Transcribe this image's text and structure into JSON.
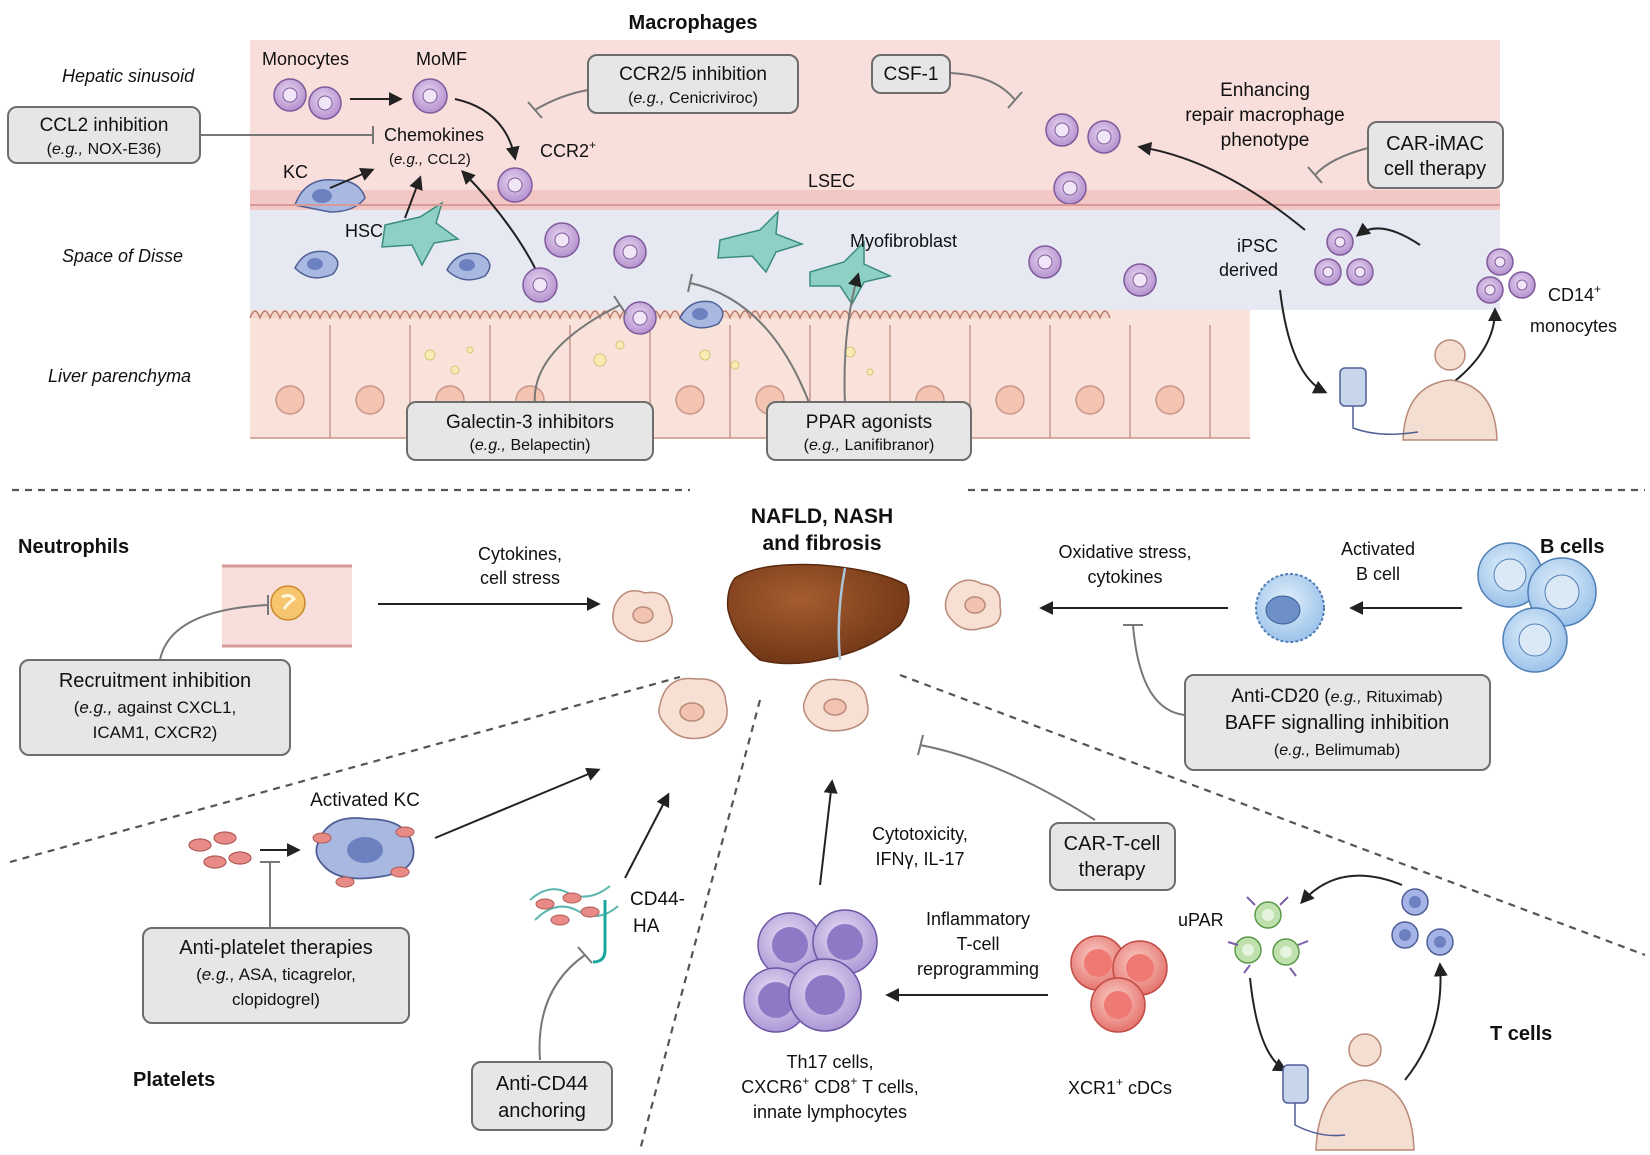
{
  "colors": {
    "sinusoid": "#f8dfdc",
    "disse": "#e6e9f2",
    "parenchyma": "#f8e2d9",
    "macrophage": "#c9a9dc",
    "kupffer": "#a9b8e0",
    "stellate": "#8fd0c6",
    "bcell": "#bcd8f1",
    "tcell_green": "#bfe1ae",
    "tcell_blue": "#a6b3e6",
    "cdc_red": "#f08e88",
    "th17": "#c4b4e2",
    "hepatocyte": "#f6d9cc",
    "liver": "#8a4a25",
    "platelet": "#e88a86",
    "box_fill": "#e6e6e6"
  },
  "center": {
    "title_line1": "NAFLD, NASH",
    "title_line2": "and fibrosis",
    "icon": "liver-icon"
  },
  "macrophages": {
    "title": "Macrophages",
    "zones": {
      "sinusoid": "Hepatic sinusoid",
      "disse": "Space of Disse",
      "parenchyma": "Liver parenchyma"
    },
    "labels": {
      "monocytes": "Monocytes",
      "momf": "MoMF",
      "chemokines": "Chemokines",
      "chemokines_eg_italic": "e.g.,",
      "chemokines_eg": "CCL2",
      "ccr2": "CCR2",
      "ccr2_sup": "+",
      "kc": "KC",
      "hsc": "HSC",
      "lsec": "LSEC",
      "myofibroblast": "Myofibroblast",
      "enhancing_1": "Enhancing",
      "enhancing_2": "repair macrophage",
      "enhancing_3": "phenotype",
      "ipsc_1": "iPSC",
      "ipsc_2": "derived",
      "cd14": "CD14",
      "cd14_sup": "+",
      "monocytes2": "monocytes"
    },
    "boxes": {
      "ccl2": {
        "line1": "CCL2 inhibition",
        "eg": "e.g.,",
        "example": "NOX-E36"
      },
      "ccr25": {
        "line1": "CCR2/5 inhibition",
        "eg": "e.g.,",
        "example": "Cenicriviroc"
      },
      "csf1": {
        "line1": "CSF-1"
      },
      "cariMAC": {
        "line1": "CAR-iMAC",
        "line2": "cell therapy"
      },
      "galectin": {
        "line1": "Galectin-3 inhibitors",
        "eg": "e.g.,",
        "example": "Belapectin"
      },
      "ppar": {
        "line1": "PPAR agonists",
        "eg": "e.g.,",
        "example": "Lanifibranor"
      }
    }
  },
  "neutrophils": {
    "title": "Neutrophils",
    "arrow_label_1": "Cytokines,",
    "arrow_label_2": "cell stress",
    "box": {
      "line1": "Recruitment inhibition",
      "eg": "e.g.,",
      "line2": "against CXCL1,",
      "line3": "ICAM1, CXCR2)"
    }
  },
  "bcells": {
    "title": "B cells",
    "activated_1": "Activated",
    "activated_2": "B cell",
    "arrow_label_1": "Oxidative stress,",
    "arrow_label_2": "cytokines",
    "box": {
      "line1_a": "Anti-CD20 (",
      "eg1": "e.g.,",
      "line1_b": "Rituximab)",
      "line2": "BAFF signalling inhibition",
      "eg2": "e.g.,",
      "line3": "Belimumab)"
    }
  },
  "platelets": {
    "title": "Platelets",
    "activated_kc": "Activated KC",
    "cd44_1": "CD44-",
    "cd44_2": "HA",
    "box_antiplatelet": {
      "line1": "Anti-platelet therapies",
      "eg": "e.g.,",
      "line2": "ASA, ticagrelor,",
      "line3": "clopidogrel)"
    },
    "box_cd44": {
      "line1": "Anti-CD44",
      "line2": "anchoring"
    }
  },
  "tcells": {
    "title": "T cells",
    "cytotox_1": "Cytotoxicity,",
    "cytotox_2": "IFNγ, IL-17",
    "inflam_1": "Inflammatory",
    "inflam_2": "T-cell",
    "inflam_3": "reprogramming",
    "th17_1": "Th17 cells,",
    "th17_2a": "CXCR6",
    "th17_2b": "CD8",
    "th17_2c": "T cells,",
    "th17_3": "innate lymphocytes",
    "sup_plus": "+",
    "xcr1": "XCR1",
    "cdcs": "cDCs",
    "upar": "uPAR",
    "box_cart": {
      "line1": "CAR-T-cell",
      "line2": "therapy"
    }
  }
}
